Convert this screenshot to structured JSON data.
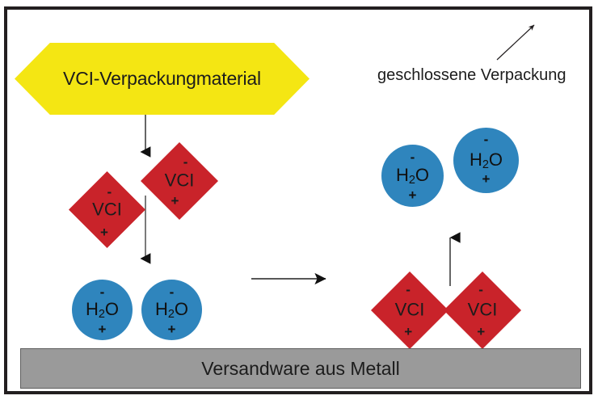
{
  "diagram": {
    "title_shape": {
      "label": "VCI-Verpackungmaterial",
      "fill": "#f4e613"
    },
    "annotation": {
      "label": "geschlossene Verpackung"
    },
    "substrate": {
      "label": "Versandware aus Metall",
      "fill": "#9a9a9a"
    },
    "colors": {
      "vci_red": "#c9232a",
      "water_blue": "#2f85bd",
      "packaging_yellow": "#f4e613",
      "metal_gray": "#9a9a9a",
      "frame_black": "#231f20"
    },
    "symbols": {
      "minus": "-",
      "plus": "+",
      "vci_label": "VCI",
      "water_formula_main": "H",
      "water_formula_sub": "2",
      "water_formula_tail": "O"
    },
    "particles": {
      "vci_left": [
        {
          "name": "vci-upper-left-group-top",
          "label": "VCI",
          "minus": "-",
          "plus": "+"
        },
        {
          "name": "vci-upper-left-group-bottom",
          "label": "VCI",
          "minus": "-",
          "plus": "+"
        }
      ],
      "water_left": [
        {
          "name": "water-left-1",
          "minus": "-",
          "plus": "+"
        },
        {
          "name": "water-left-2",
          "minus": "-",
          "plus": "+"
        }
      ],
      "vci_right": [
        {
          "name": "vci-right-1",
          "label": "VCI",
          "minus": "-",
          "plus": "+"
        },
        {
          "name": "vci-right-2",
          "label": "VCI",
          "minus": "-",
          "plus": "+"
        }
      ],
      "water_right": [
        {
          "name": "water-right-1",
          "minus": "-",
          "plus": "+"
        },
        {
          "name": "water-right-2",
          "minus": "-",
          "plus": "+"
        }
      ]
    }
  }
}
